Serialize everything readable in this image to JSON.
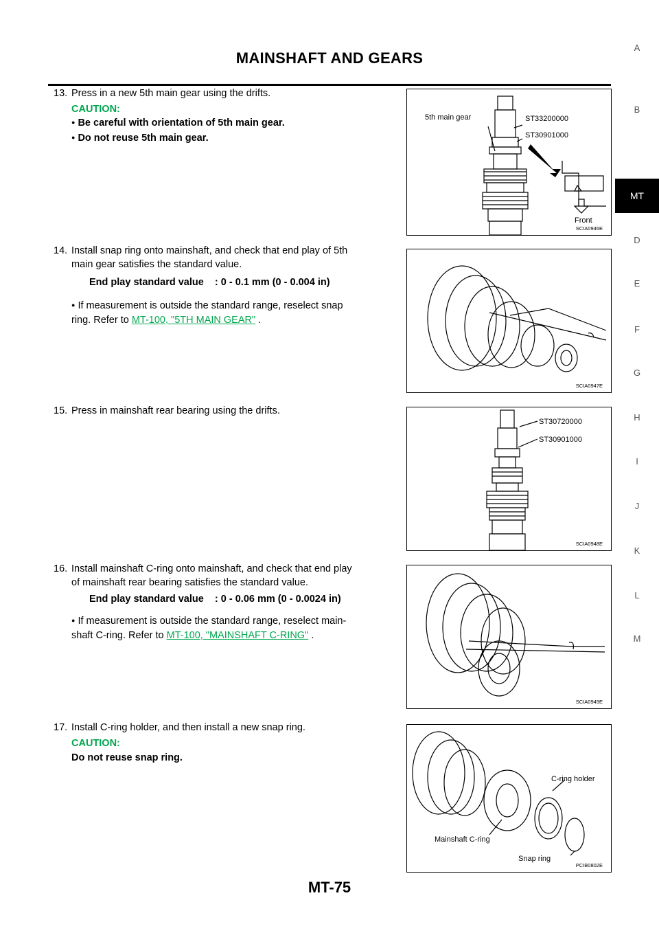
{
  "header": {
    "title": "MAINSHAFT AND GEARS"
  },
  "side_index": [
    "A",
    "B",
    "MT",
    "D",
    "E",
    "F",
    "G",
    "H",
    "I",
    "J",
    "K",
    "L",
    "M"
  ],
  "side_index_active": "MT",
  "steps": [
    {
      "num": "13.",
      "text": "Press in a new 5th main gear using the drifts.",
      "caution": "CAUTION:",
      "cautions": [
        "Be careful with orientation of 5th main gear.",
        "Do not reuse 5th main gear."
      ],
      "figure": {
        "id": "SCIA0946E",
        "labels": [
          "5th main gear",
          "ST33200000",
          "ST30901000",
          "Front"
        ]
      }
    },
    {
      "num": "14.",
      "text_line1": "Install snap ring onto mainshaft, and check that end play of 5th",
      "text_line2": "main gear satisfies the standard value.",
      "spec": "End play standard value    : 0 - 0.1 mm (0 - 0.004 in)",
      "bullet_line1": "If measurement is outside the standard range, reselect snap",
      "bullet_line2_prefix": "ring. Refer to ",
      "bullet_link": "MT-100, \"5TH MAIN GEAR\"",
      "bullet_suffix": " .",
      "figure": {
        "id": "SCIA0947E"
      }
    },
    {
      "num": "15.",
      "text": "Press in mainshaft rear bearing using the drifts.",
      "figure": {
        "id": "SCIA0948E",
        "labels": [
          "ST30720000",
          "ST30901000"
        ]
      }
    },
    {
      "num": "16.",
      "text_line1": "Install mainshaft C-ring onto mainshaft, and check that end play",
      "text_line2": "of mainshaft rear bearing satisfies the standard value.",
      "spec": "End play standard value    : 0 - 0.06 mm (0 - 0.0024 in)",
      "bullet_line1": "If measurement is outside the standard range, reselect main-",
      "bullet_line2_prefix": "shaft C-ring. Refer to ",
      "bullet_link": "MT-100, \"MAINSHAFT C-RING\"",
      "bullet_suffix": " .",
      "figure": {
        "id": "SCIA0949E"
      }
    },
    {
      "num": "17.",
      "text": "Install C-ring holder, and then install a new snap ring.",
      "caution": "CAUTION:",
      "caution_text": "Do not reuse snap ring.",
      "figure": {
        "id": "PCIB0802E",
        "labels": [
          "C-ring holder",
          "Mainshaft C-ring",
          "Snap ring"
        ]
      }
    }
  ],
  "footer": {
    "page_number": "MT-75"
  },
  "colors": {
    "link": "#00a64f",
    "caution": "#00a64f",
    "tab_active_bg": "#000000"
  }
}
